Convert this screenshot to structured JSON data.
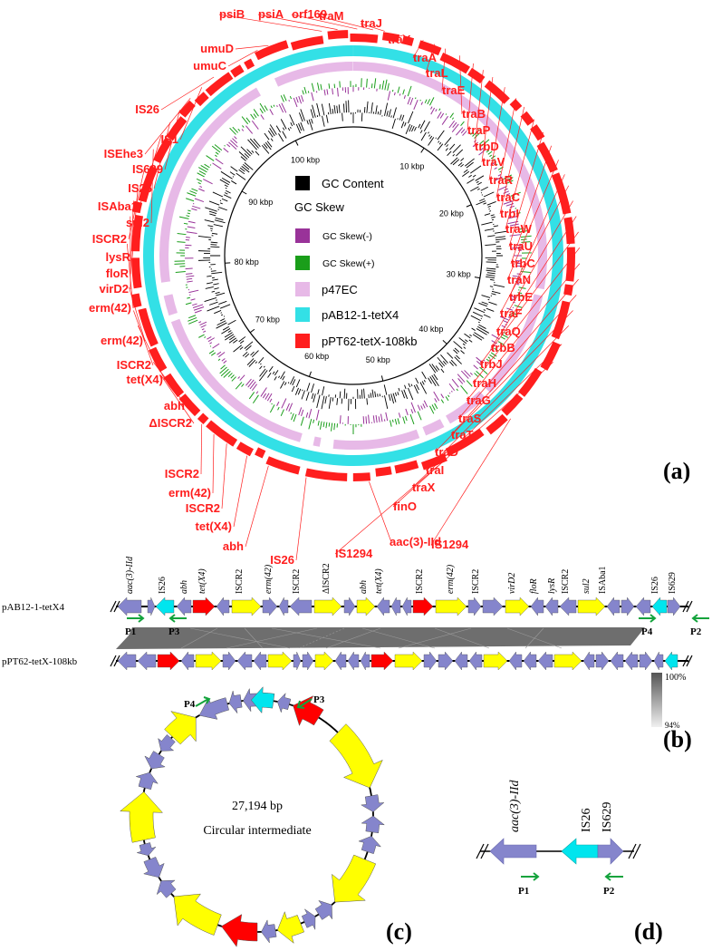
{
  "colors": {
    "red": "#ff1e1e",
    "cyan": "#33e0e6",
    "pink": "#e7b9e7",
    "black": "#000000",
    "purple": "#993399",
    "green": "#1a9e1a",
    "gene": "#8585cc",
    "isc": "#ffff00",
    "tet": "#ff0000",
    "is26": "#00e5ee",
    "arrow": "#13a33c",
    "band": "#6e6e6e"
  },
  "panel_a": {
    "label": "(a)",
    "legend": {
      "gc_content": "GC Content",
      "gc_skew": "GC Skew",
      "gc_skew_neg": "GC Skew(-)",
      "gc_skew_pos": "GC Skew(+)",
      "p47ec": "p47EC",
      "pab12": "pAB12-1-tetX4",
      "ppt62": "pPT62-tetX-108kb"
    },
    "ticks": [
      "10 kbp",
      "20 kbp",
      "30 kbp",
      "40 kbp",
      "50 kbp",
      "60 kbp",
      "70 kbp",
      "80 kbp",
      "90 kbp",
      "100 kbp"
    ],
    "right_genes": [
      "psiB",
      "psiA",
      "orf169",
      "traM",
      "traJ",
      "traY",
      "traA",
      "traL",
      "traE",
      "traB",
      "traP",
      "trbD",
      "traV",
      "traR",
      "traC",
      "trbI",
      "traW",
      "traU",
      "trbC",
      "traN",
      "trbE",
      "traF",
      "traQ",
      "trbB",
      "trbJ",
      "traH",
      "traG",
      "traS",
      "traT",
      "traD",
      "traI",
      "traX",
      "finO",
      "IS1294",
      "IS1294"
    ],
    "left_genes": [
      "umuD",
      "umuC",
      "IS26",
      "IS1",
      "ISEhe3",
      "IS629",
      "IS26",
      "ISAba1",
      "sul2",
      "ISCR2",
      "lysR",
      "floR",
      "virD2",
      "erm(42)",
      "erm(42)",
      "ISCR2",
      "tet(X4)",
      "abh",
      "ΔISCR2",
      "ISCR2",
      "erm(42)",
      "ISCR2",
      "tet(X4)",
      "abh",
      "IS26",
      "aac(3)-IId"
    ]
  },
  "panel_b": {
    "label": "(b)",
    "track1": "pAB12-1-tetX4",
    "track2": "pPT62-tetX-108kb",
    "gene_labels": [
      "aac(3)-IId",
      "IS26",
      "abh",
      "tet(X4)",
      "ISCR2",
      "erm(42)",
      "ISCR2",
      "ΔISCR2",
      "abh",
      "tet(X4)",
      "ISCR2",
      "erm(42)",
      "ISCR2",
      "virD2",
      "floR",
      "lysR",
      "ISCR2",
      "sul2",
      "ISAba1",
      "IS26",
      "IS629"
    ],
    "primers": [
      "P1",
      "P3",
      "P4",
      "P2"
    ],
    "scale_max": "100%",
    "scale_min": "94%"
  },
  "panel_c": {
    "label": "(c)",
    "size": "27,194 bp",
    "subtitle": "Circular intermediate",
    "primers": [
      "P4",
      "P3"
    ]
  },
  "panel_d": {
    "label": "(d)",
    "genes": [
      "aac(3)-IId",
      "IS26",
      "IS629"
    ],
    "primers": [
      "P1",
      "P2"
    ]
  }
}
